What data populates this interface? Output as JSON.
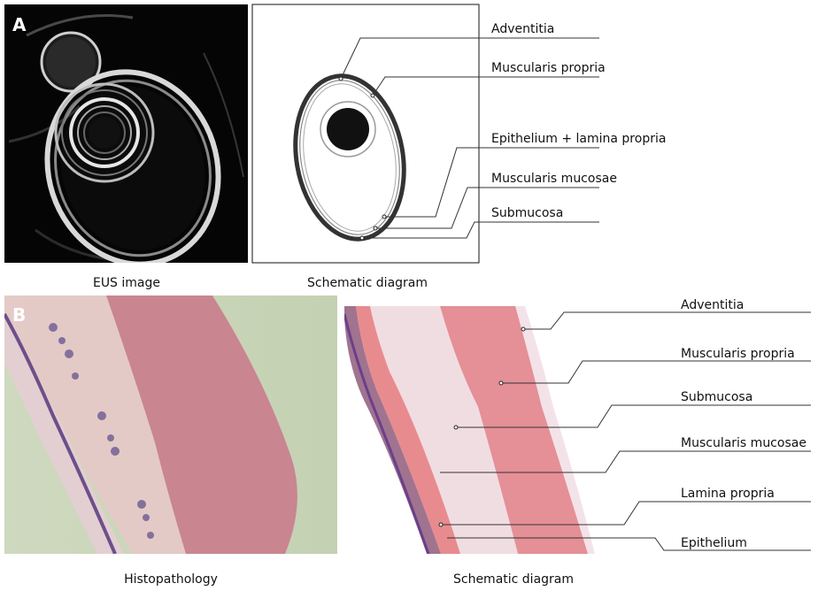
{
  "panel_a": {
    "letter": "A",
    "caption_left": "EUS image",
    "caption_right": "Schematic diagram",
    "labels": [
      "Adventitia",
      "Muscularis propria",
      "Epithelium + lamina propria",
      "Muscularis mucosae",
      "Submucosa"
    ]
  },
  "panel_b": {
    "letter": "B",
    "caption_left": "Histopathology",
    "caption_right": "Schematic diagram",
    "labels": [
      "Adventitia",
      "Muscularis propria",
      "Submucosa",
      "Muscularis mucosae",
      "Lamina propria",
      "Epithelium"
    ]
  },
  "colors": {
    "eus_background": "#050505",
    "histo_background": "#c9d5b8",
    "tissue_pink": "#c9868f",
    "muscularis_propria": "#e58f97",
    "submucosa": "#f0dde2",
    "lamina_propria": "#e88b8f",
    "epithelium": "#7d4f8f"
  }
}
